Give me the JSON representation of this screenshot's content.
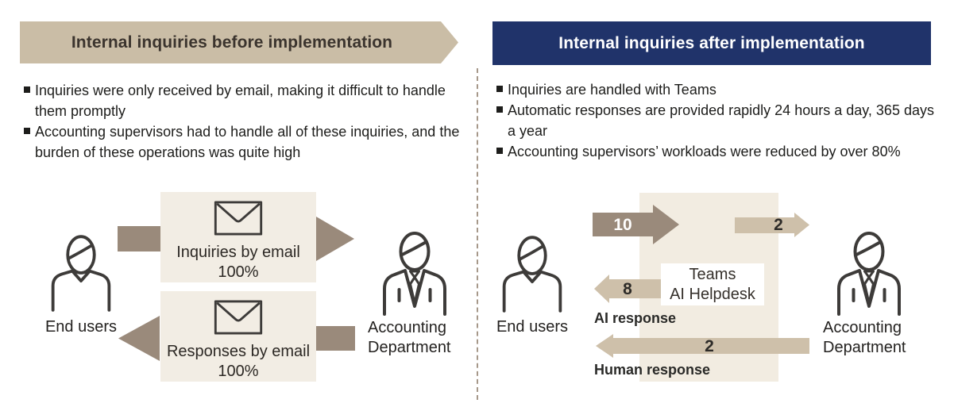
{
  "before_panel": {
    "header": "Internal inquiries before implementation",
    "bullets": [
      "Inquiries were only received by email, making it difficult to handle them promptly",
      "Accounting supervisors had to handle all of these inquiries, and the burden of these operations was quite high"
    ],
    "end_users_label": "End users",
    "accounting_label": [
      "Accounting",
      "Department"
    ],
    "inquiries_box": {
      "line1": "Inquiries by email",
      "line2": "100%"
    },
    "responses_box": {
      "line1": "Responses by email",
      "line2": "100%"
    }
  },
  "after_panel": {
    "header": "Internal inquiries after implementation",
    "bullets": [
      "Inquiries are handled with Teams",
      "Automatic responses are provided rapidly 24 hours a day, 365 days a year",
      "Accounting supervisors’ workloads were reduced by over 80%"
    ],
    "end_users_label": "End users",
    "accounting_label": [
      "Accounting",
      "Department"
    ],
    "teams_box": {
      "line1": "Teams",
      "line2": "AI Helpdesk"
    },
    "flows": {
      "inquiries_value": "10",
      "to_accounting_value": "2",
      "ai_response_value": "8",
      "ai_response_label": "AI response",
      "human_response_value": "2",
      "human_response_label": "Human response"
    }
  },
  "colors": {
    "tan_header": "#cabda6",
    "navy_header": "#20336a",
    "dark_arrow": "#9a8a7b",
    "light_arrow": "#cec0aa",
    "box_beige": "#f2ede4",
    "zone_beige": "#f2ece1",
    "icon_stroke": "#3d3b39"
  }
}
